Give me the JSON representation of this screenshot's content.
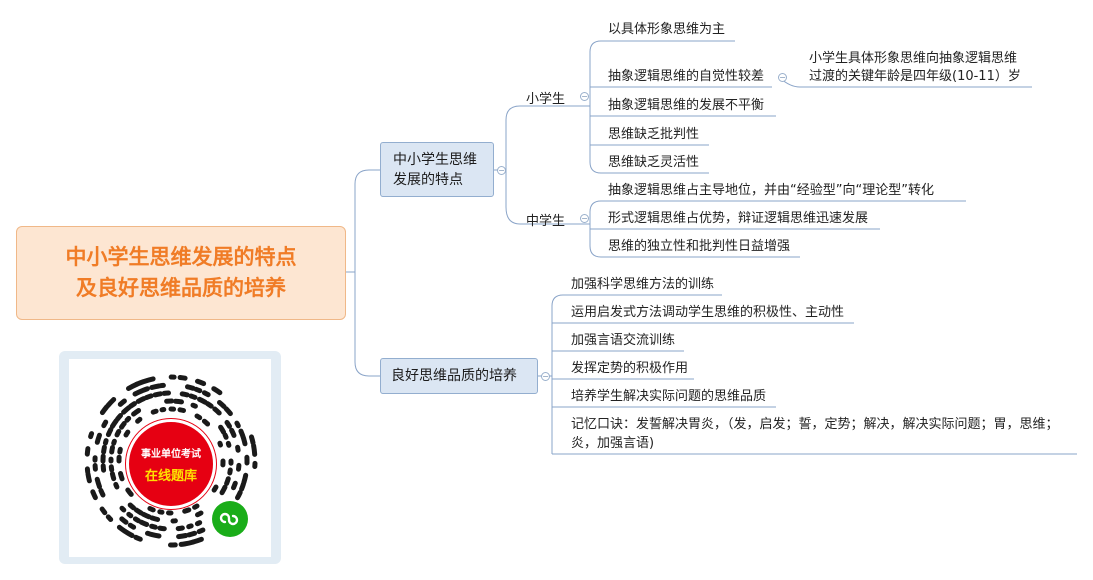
{
  "root": {
    "line1": "中小学生思维发展的特点",
    "line2": "及良好思维品质的培养"
  },
  "branch1": {
    "line1": "中小学生思维",
    "line2": "发展的特点",
    "primary": {
      "label": "小学生",
      "items": [
        "以具体形象思维为主",
        "抽象逻辑思维的自觉性较差",
        "抽象逻辑思维的发展不平衡",
        "思维缺乏批判性",
        "思维缺乏灵活性"
      ],
      "note_line1": "小学生具体形象思维向抽象逻辑思维",
      "note_line2": "过渡的关键年龄是四年级(10-11）岁"
    },
    "middle": {
      "label": "中学生",
      "items": [
        "抽象逻辑思维占主导地位，并由“经验型”向“理论型”转化",
        "形式逻辑思维占优势，辩证逻辑思维迅速发展",
        "思维的独立性和批判性日益增强"
      ]
    }
  },
  "branch2": {
    "label": "良好思维品质的培养",
    "items": [
      "加强科学思维方法的训练",
      "运用启发式方法调动学生思维的积极性、主动性",
      "加强言语交流训练",
      "发挥定势的积极作用",
      "培养学生解决实际问题的思维品质",
      "记忆口诀：发誓解决胃炎，（发，启发；誓，定势；解决，解决实际问题；胃，思维；炎，加强言语)"
    ]
  },
  "qr": {
    "line1": "事业单位考试",
    "line2": "在线题库"
  },
  "colors": {
    "root_text": "#f07c26",
    "branch_fill": "#dbe6f3",
    "line": "#8aa4c8",
    "qr_center": "#e60012"
  }
}
